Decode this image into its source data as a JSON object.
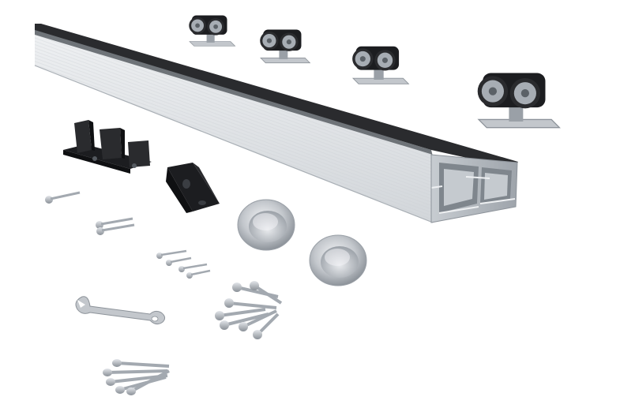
{
  "image": {
    "background": "#ffffff",
    "colors": {
      "rail_face": "#d9dcdf",
      "rail_face_light": "#eceef0",
      "rail_top": "#2a2b2e",
      "rail_end": "#b9bec4",
      "black_part": "#1c1d20",
      "steel": "#c3c7cc",
      "steel_dark": "#8d939a",
      "wheel": "#a7adb4"
    },
    "components": [
      "aluminium-track-rail",
      "roller-carriage",
      "floor-guide",
      "end-stop-bracket",
      "flush-pull-handle",
      "screw",
      "spanner-wrench"
    ]
  }
}
